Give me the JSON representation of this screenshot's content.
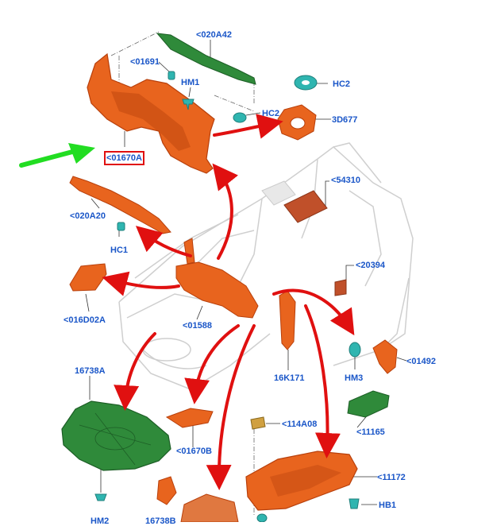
{
  "diagram": {
    "colors": {
      "part_orange": "#e8641e",
      "part_orange_dark": "#b8400c",
      "part_green": "#2f8a3a",
      "part_green_dark": "#1d5e26",
      "clip_teal": "#2fb5b0",
      "callout_blue": "#1a56c8",
      "arrow_red": "#e01010",
      "pointer_green": "#22dd22",
      "highlight_box": "#e01010"
    },
    "selected_callout": "<01670A",
    "callouts": {
      "c020A42": "<020A42",
      "c01691": "<01691",
      "hm1": "HM1",
      "hc2_top": "HC2",
      "hc2_mid": "HC2",
      "c3D677": "3D677",
      "c01670A": "<01670A",
      "c54310": "<54310",
      "c020A20": "<020A20",
      "hc1": "HC1",
      "c20394": "<20394",
      "c016D02A": "<016D02A",
      "c01588": "<01588",
      "c01492": "<01492",
      "hm3": "HM3",
      "c16K171": "16K171",
      "c16738A": "16738A",
      "c11165": "<11165",
      "c114A08": "<114A08",
      "c01670B": "<01670B",
      "c11172": "<11172",
      "hb1": "HB1",
      "hm2": "HM2",
      "c16738B": "16738B"
    }
  }
}
